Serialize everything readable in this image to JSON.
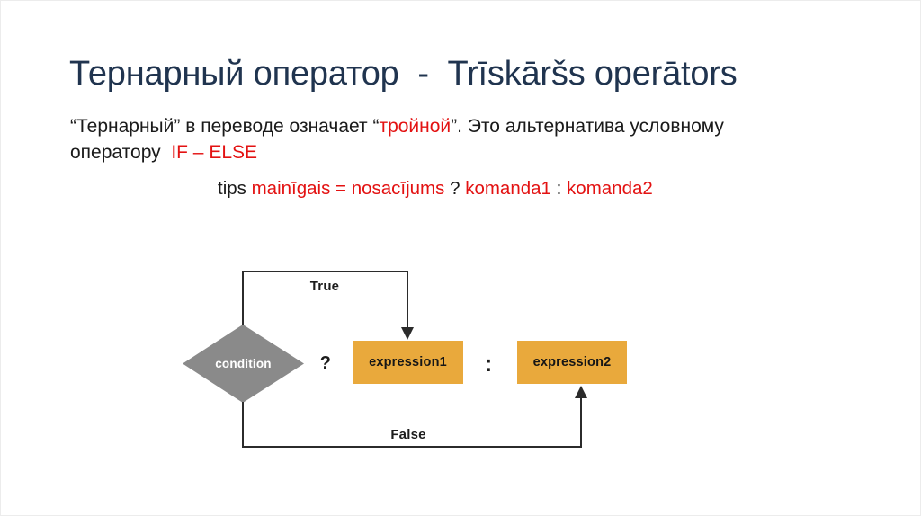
{
  "title": {
    "text": "Тернарный оператор  -  Trīskāršs operātors"
  },
  "paragraph": {
    "line1_part1": "“Тернарный” в переводе означает “",
    "line1_red": "тройной",
    "line1_part2": "”. Это альтернатива условному",
    "line2_part1": "оператору  ",
    "line2_red": "IF – ELSE"
  },
  "syntax": {
    "tips": "tips ",
    "assignment_red": "mainīgais = nosacījums ",
    "question": "? ",
    "komanda1_red": "komanda1 ",
    "colon": ": ",
    "komanda2_red": "komanda2"
  },
  "diagram": {
    "condition": "condition",
    "question_mark": "?",
    "colon": ":",
    "expression1": "expression1",
    "expression2": "expression2",
    "true_label": "True",
    "false_label": "False"
  },
  "colors": {
    "title": "#20344f",
    "text": "#1a1a1a",
    "accent_red": "#e31212",
    "diamond": "#8a8a8a",
    "box": "#e9a93c",
    "line": "#2b2b2b"
  }
}
